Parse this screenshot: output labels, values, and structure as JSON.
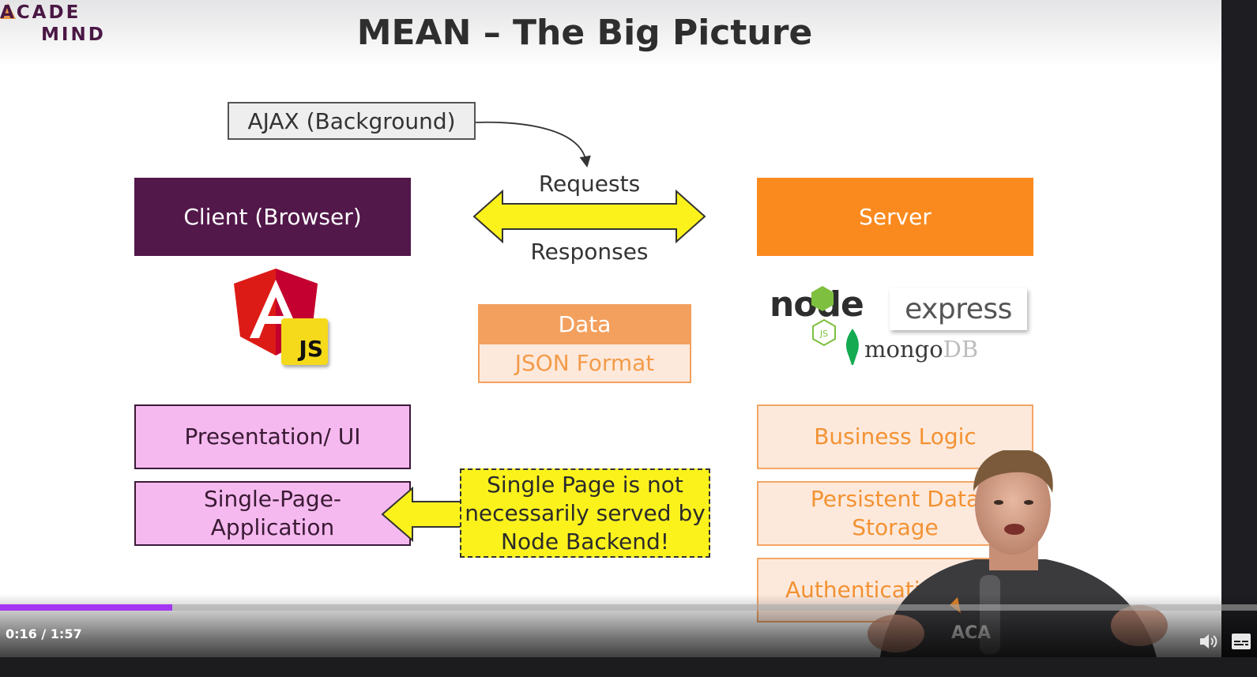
{
  "logo": {
    "line1": "ACADE",
    "line2": "MIND"
  },
  "slide": {
    "title": "MEAN – The Big Picture",
    "ajax_label": "AJAX (Background)",
    "client_label": "Client (Browser)",
    "server_label": "Server",
    "requests_label": "Requests",
    "responses_label": "Responses",
    "data_label": "Data",
    "json_label": "JSON Format",
    "angular_js_badge": "JS",
    "node_logo_text": "node",
    "node_js_badge": "JS",
    "express_logo_text": "express",
    "mongo_logo_text": "mongo",
    "mongo_db_text": "DB",
    "presentation_label": "Presentation/ UI",
    "spa_label": "Single-Page-\nApplication",
    "note_text": "Single Page is not necessarily served by Node Backend!",
    "business_logic_label": "Business Logic",
    "persistent_storage_label": "Persistent Data Storage",
    "authentication_label": "Authentication",
    "colors": {
      "client": "#52184a",
      "server": "#fb8a1e",
      "arrow": "#fbf21c",
      "pink_box": "#f5b9ef",
      "peach_box": "#fde9dc",
      "progress": "#a435f0"
    }
  },
  "player": {
    "current_time": "0:16",
    "duration": "1:57",
    "time_display": "0:16 / 1:57",
    "progress_fraction": 0.137,
    "volume_icon": "volume-icon",
    "captions_icon": "captions-icon"
  }
}
